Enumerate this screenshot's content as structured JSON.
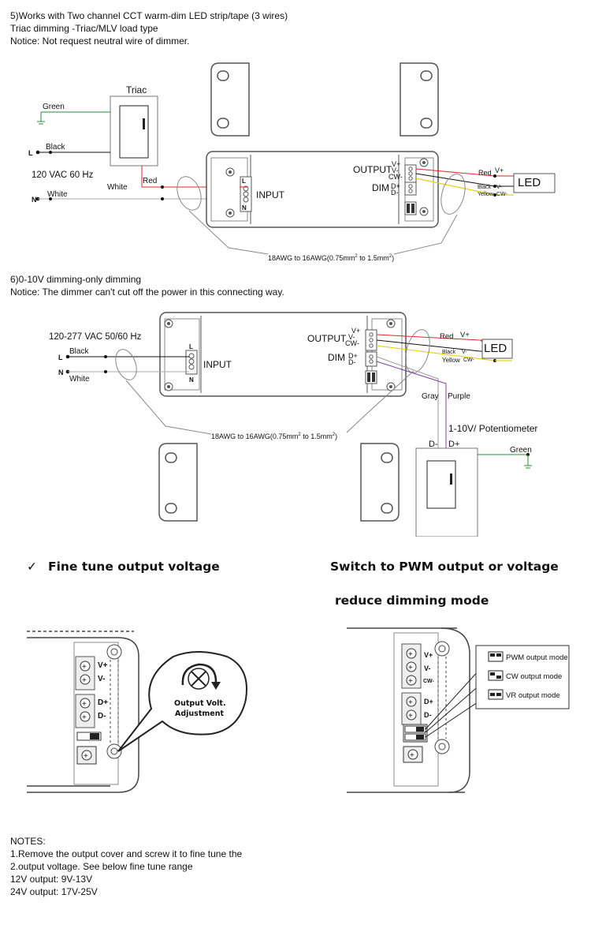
{
  "section5": {
    "title": "5)Works with Two channel CCT warm-dim LED strip/tape (3 wires)",
    "line2": "Triac dimming -Triac/MLV load type",
    "notice": "Notice: Not request neutral wire of dimmer.",
    "triac_label": "Triac",
    "green": "Green",
    "black": "Black",
    "L": "L",
    "N": "N",
    "supply": "120 VAC  60 Hz",
    "white_in": "White",
    "white_mid": "White",
    "red": "Red",
    "input": "INPUT",
    "term_L": "L",
    "term_N": "N",
    "output": "OUTPUT",
    "dim": "DIM",
    "vplus": "V+",
    "vminus": "V-",
    "cw": "CW-",
    "dplus": "D+",
    "dminus": "D-",
    "led_red": "Red",
    "led_black": "Black",
    "led_yellow": "Yellow",
    "led_vplus": "V+",
    "led_vminus": "V-",
    "led_cw": "CW-",
    "led": "LED",
    "awg_main": "18AWG to 16AWG(0.75mm",
    "awg_sup1": "2",
    "awg_mid": " to 1.5mm",
    "awg_sup2": "2",
    "awg_end": ")"
  },
  "section6": {
    "title": "6)0-10V dimming-only dimming",
    "notice": "Notice: The dimmer can't cut off the power in this connecting way.",
    "supply": "120-277 VAC  50/60 Hz",
    "black": "Black",
    "white": "White",
    "L": "L",
    "N": "N",
    "input": "INPUT",
    "term_L": "L",
    "term_N": "N",
    "output": "OUTPUT",
    "dim": "DIM",
    "vplus": "V+",
    "vminus": "V-",
    "cw": "CW-",
    "dplus": "D+",
    "dminus": "D-",
    "led_red": "Red",
    "led_black": "Black",
    "led_yellow": "Yellow",
    "led_vplus": "V+",
    "led_vminus": "V-",
    "led_cw": "CW-",
    "led": "LED",
    "gray": "Gray",
    "purple": "Purple",
    "potentiometer": "1-10V/ Potentiometer",
    "pot_dminus": "D-",
    "pot_dplus": "D+",
    "green": "Green",
    "awg_main": "18AWG to 16AWG(0.75mm",
    "awg_sup1": "2",
    "awg_mid": " to 1.5mm",
    "awg_sup2": "2",
    "awg_end": ")"
  },
  "fine_tune": {
    "check": "✓",
    "heading": "Fine tune output voltage",
    "vplus": "V+",
    "vminus": "V-",
    "dplus": "D+",
    "dminus": "D-",
    "callout_line1": "Output Volt.",
    "callout_line2": "Adjustment"
  },
  "switch": {
    "heading_line1": "Switch to PWM output or voltage",
    "heading_line2": "reduce dimming mode",
    "vplus": "V+",
    "vminus": "V-",
    "cw": "CW-",
    "dplus": "D+",
    "dminus": "D-",
    "modes": [
      "PWM output mode",
      "CW output mode",
      "VR output mode"
    ]
  },
  "notes": {
    "title": "NOTES:",
    "lines": [
      "1.Remove the output cover and screw it to fine tune the",
      "2.output voltage. See below fine tune range",
      "12V output: 9V-13V",
      "24V output: 17V-25V"
    ]
  },
  "colors": {
    "red_wire": "#e0262b",
    "black_wire": "#111111",
    "yellow_wire": "#e8d020",
    "purple_wire": "#7b3fa0",
    "gray_wire": "#9a9a9a",
    "green_wire": "#2e8b3a",
    "outline": "#555555"
  }
}
